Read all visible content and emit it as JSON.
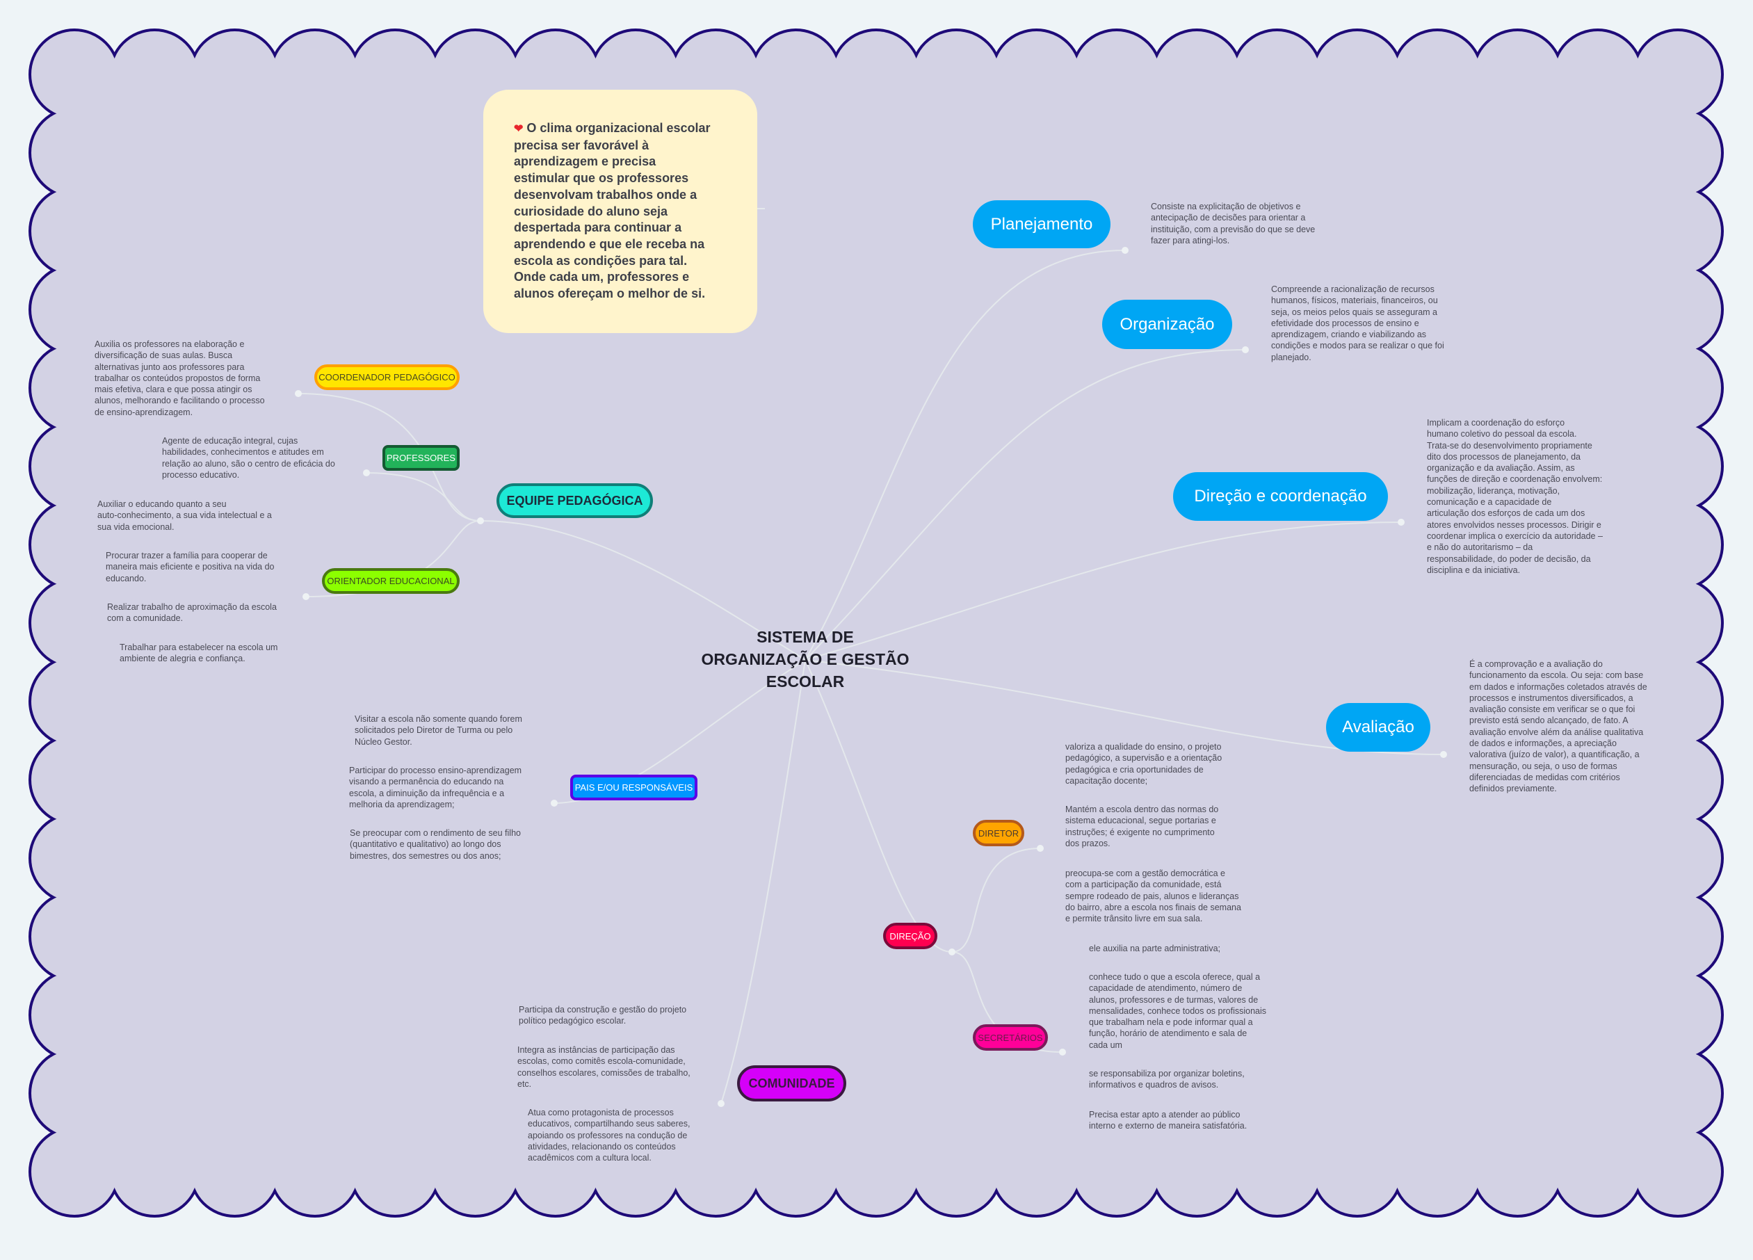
{
  "central_topic": "SISTEMA DE\nORGANIZAÇÃO E GESTÃO\nESCOLAR",
  "note": {
    "icon": "heart-icon",
    "text": "O clima organizacional escolar\nprecisa ser favorável à\naprendizagem e precisa\nestimular que os professores\ndesenvolvam trabalhos onde a\ncuriosidade do aluno seja\ndespertada para continuar a\naprendendo e que ele receba na\nescola as condições para tal.\nOnde cada um, professores e\nalunos ofereçam o melhor de si."
  },
  "right_topics": [
    {
      "label": "Planejamento",
      "desc": "Consiste na explicitação de objetivos e\nantecipação de decisões para orientar a\ninstituição, com a previsão do que se   deve\nfazer para atingi-los."
    },
    {
      "label": "Organização",
      "desc": "Compreende a racionalização de recursos\nhumanos,  físicos, materiais, financeiros, ou\nseja, os meios pelos quais  se asseguram a\nefetividade dos processos de ensino e\naprendizagem,  criando e viabilizando as\ncondições e modos para se realizar o que foi\nplanejado."
    },
    {
      "label": "Direção e coordenação",
      "desc": "Implicam a coordenação do  esforço\nhumano coletivo do pessoal da escola.\nTrata-se do desenvolvimento  propriamente\ndito dos processos de planejamento, da\norganização e  da avaliação. Assim, as\nfunções de direção e coordenação envolvem:\nmobilização, liderança, motivação,\ncomunicação e a capacidade de\narticulação dos esforços de cada um dos\natores envolvidos nesses processos. Dirigir e\ncoordenar implica o exercício da autoridade –\ne não  do autoritarismo – da\nresponsabilidade, do poder de decisão, da\ndisciplina  e da iniciativa."
    },
    {
      "label": "Avaliação",
      "desc": "É a comprovação e a avaliação do\nfuncionamento  da escola. Ou seja: com base\nem dados e informações  coletados através de\nprocessos e instrumentos  diversificados, a\navaliação consiste em verificar se o que  foi\nprevisto está sendo alcançado, de fato. A\navaliação envolve  além da análise qualitativa\nde dados e informações,  a apreciação\nvalorativa (juízo de valor), a quantificação,  a\nmensuração, ou seja, o uso de formas\ndiferenciadas de  medidas com critérios\ndefinidos previamente."
    }
  ],
  "equipe": {
    "label": "EQUIPE PEDAGÓGICA",
    "coordenador": {
      "label": "COORDENADOR PEDAGÓGICO",
      "desc": "Auxilia os professores na elaboração e\ndiversificação de suas aulas. Busca\nalternativas junto aos professores para\ntrabalhar os conteúdos propostos de forma\nmais efetiva, clara e que possa atingir os\nalunos, melhorando e facilitando o processo\nde ensino-aprendizagem."
    },
    "professores": {
      "label": "PROFESSORES",
      "desc": "Agente de educação integral, cujas\nhabilidades, conhecimentos e atitudes em\nrelação ao aluno, são o centro de eficácia do\nprocesso educativo."
    },
    "orientador": {
      "label": "ORIENTADOR EDUCACIONAL",
      "descs": [
        "Auxiliar o educando quanto a seu\nauto-conhecimento, a sua vida intelectual e a\nsua vida emocional.",
        "Procurar trazer a família para cooperar de\nmaneira mais eficiente e positiva na vida do\neducando.",
        "Realizar trabalho de aproximação da escola\ncom a comunidade.",
        "Trabalhar para estabelecer na escola um\nambiente de alegria e confiança."
      ]
    }
  },
  "pais": {
    "label": "PAIS E/OU RESPONSÁVEIS",
    "descs": [
      "Visitar a escola não somente quando forem\nsolicitados pelo Diretor de Turma ou pelo\nNúcleo Gestor.",
      "Participar do processo ensino-aprendizagem\nvisando a permanência do educando na\nescola, a diminuição da infrequência e a\nmelhoria da aprendizagem;",
      "Se preocupar com o rendimento de seu filho\n(quantitativo e qualitativo) ao longo dos\nbimestres, dos semestres ou dos anos;"
    ]
  },
  "comunidade": {
    "label": "COMUNIDADE",
    "descs": [
      "Participa da construção e gestão do projeto\npolítico pedagógico escolar.",
      "Integra as instâncias de participação das\nescolas, como comitês escola-comunidade,\nconselhos escolares, comissões de trabalho,\netc.",
      "Atua como protagonista de processos\neducativos, compartilhando seus saberes,\napoiando os professores na condução de\natividades, relacionando os conteúdos\nacadêmicos com a cultura local."
    ]
  },
  "direcao": {
    "label": "DIREÇÃO",
    "diretor": {
      "label": "DIRETOR",
      "descs": [
        "valoriza a qualidade do ensino, o projeto\npedagógico, a supervisão e a orientação\npedagógica e cria oportunidades de\ncapacitação docente;",
        "Mantém a escola dentro das normas do\nsistema educacional, segue portarias e\ninstruções; é exigente no cumprimento\ndos prazos.",
        "preocupa-se com a gestão democrática e\ncom a participação da comunidade, está\nsempre rodeado de pais, alunos e lideranças\ndo bairro, abre a escola nos finais de semana\ne permite trânsito livre em sua sala."
      ]
    },
    "secretarios": {
      "label": "SECRETÁRIOS",
      "descs": [
        "ele auxilia na parte administrativa;",
        "conhece tudo o que a escola oferece, qual a\ncapacidade de atendimento, número de\nalunos, professores e de turmas, valores de\nmensalidades, conhece todos os profissionais\nque trabalham nela e pode informar qual a\nfunção, horário de atendimento e sala de\ncada um",
        "se responsabiliza por organizar boletins,\ninformativos e quadros de avisos.",
        "Precisa estar apto a atender ao público\ninterno e externo de maneira satisfatória."
      ]
    }
  },
  "colors": {
    "frame_stroke": "#1e0a78",
    "frame_fill": "#d3d2e4",
    "main_topic": "#00a6f4",
    "connector": "#e4e8ec"
  }
}
